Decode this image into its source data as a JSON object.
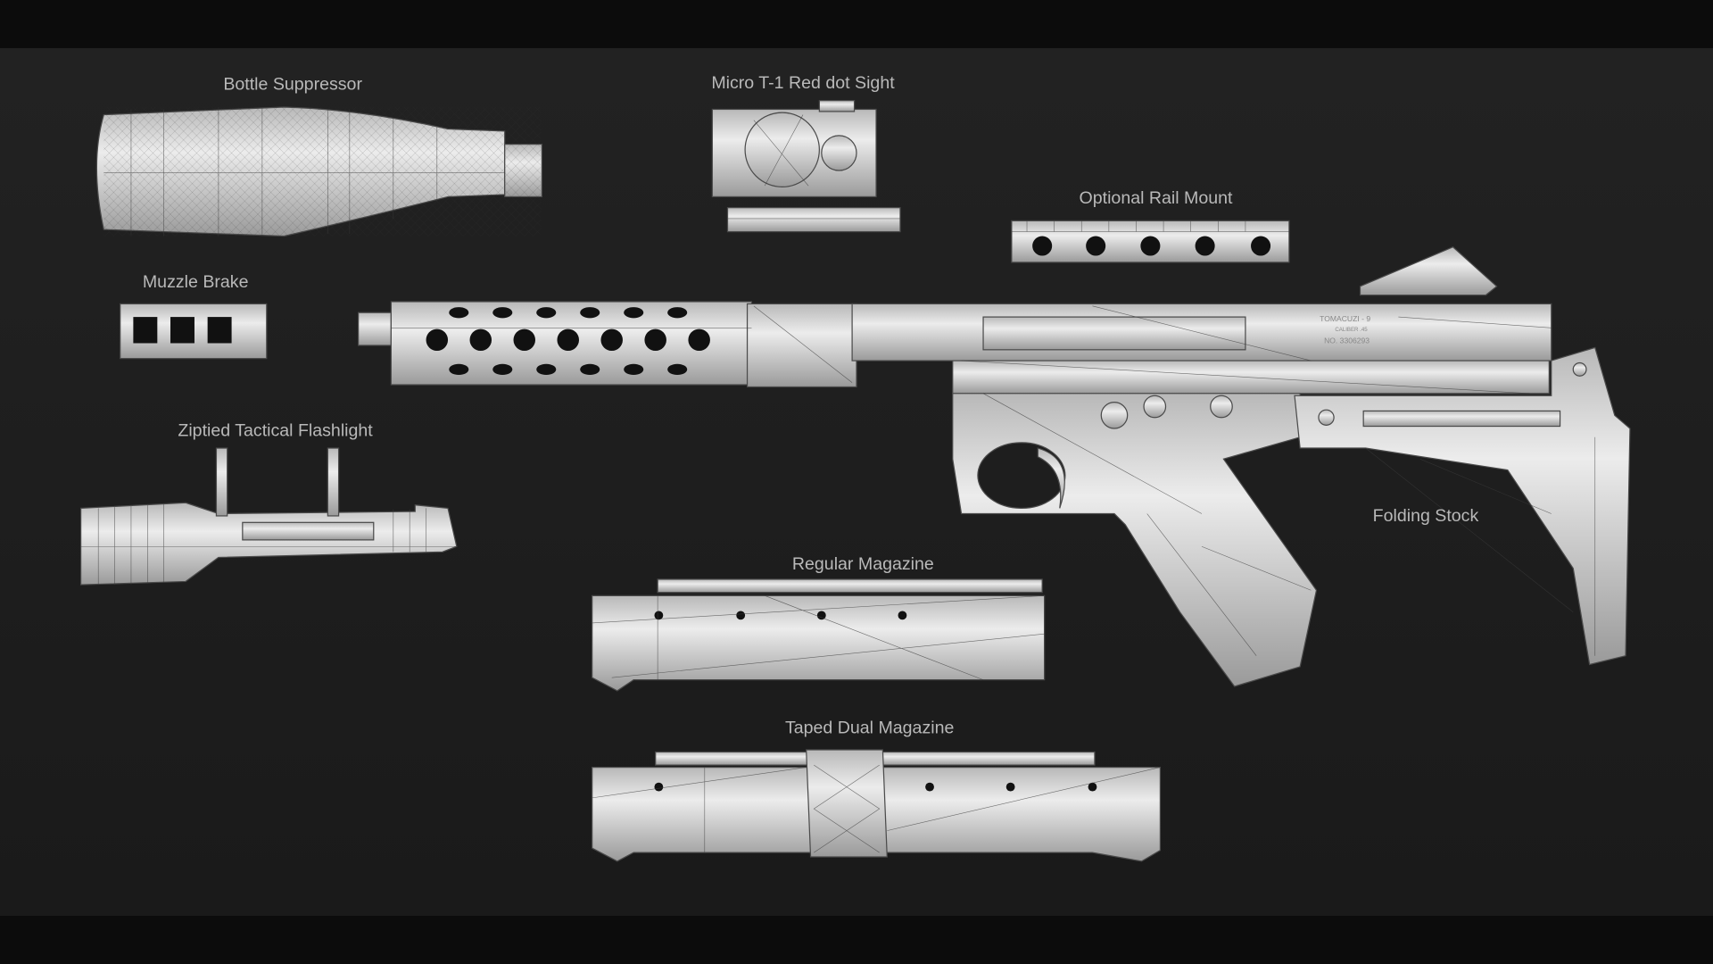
{
  "labels": {
    "bottle_suppressor": "Bottle Suppressor",
    "red_dot_sight": "Micro T-1 Red dot Sight",
    "rail_mount": "Optional Rail Mount",
    "muzzle_brake": "Muzzle Brake",
    "flashlight": "Ziptied Tactical Flashlight",
    "folding_stock": "Folding Stock",
    "regular_magazine": "Regular Magazine",
    "dual_magazine": "Taped Dual Magazine"
  },
  "engraving": {
    "model": "TOMACUZI - 9",
    "caliber": "CALIBER .45",
    "serial": "NO. 3306293"
  },
  "colors": {
    "background": "#1e1e1e",
    "letterbox": "#0c0c0c",
    "label": "#b9b9b9",
    "metal": "#d9d9d9"
  }
}
